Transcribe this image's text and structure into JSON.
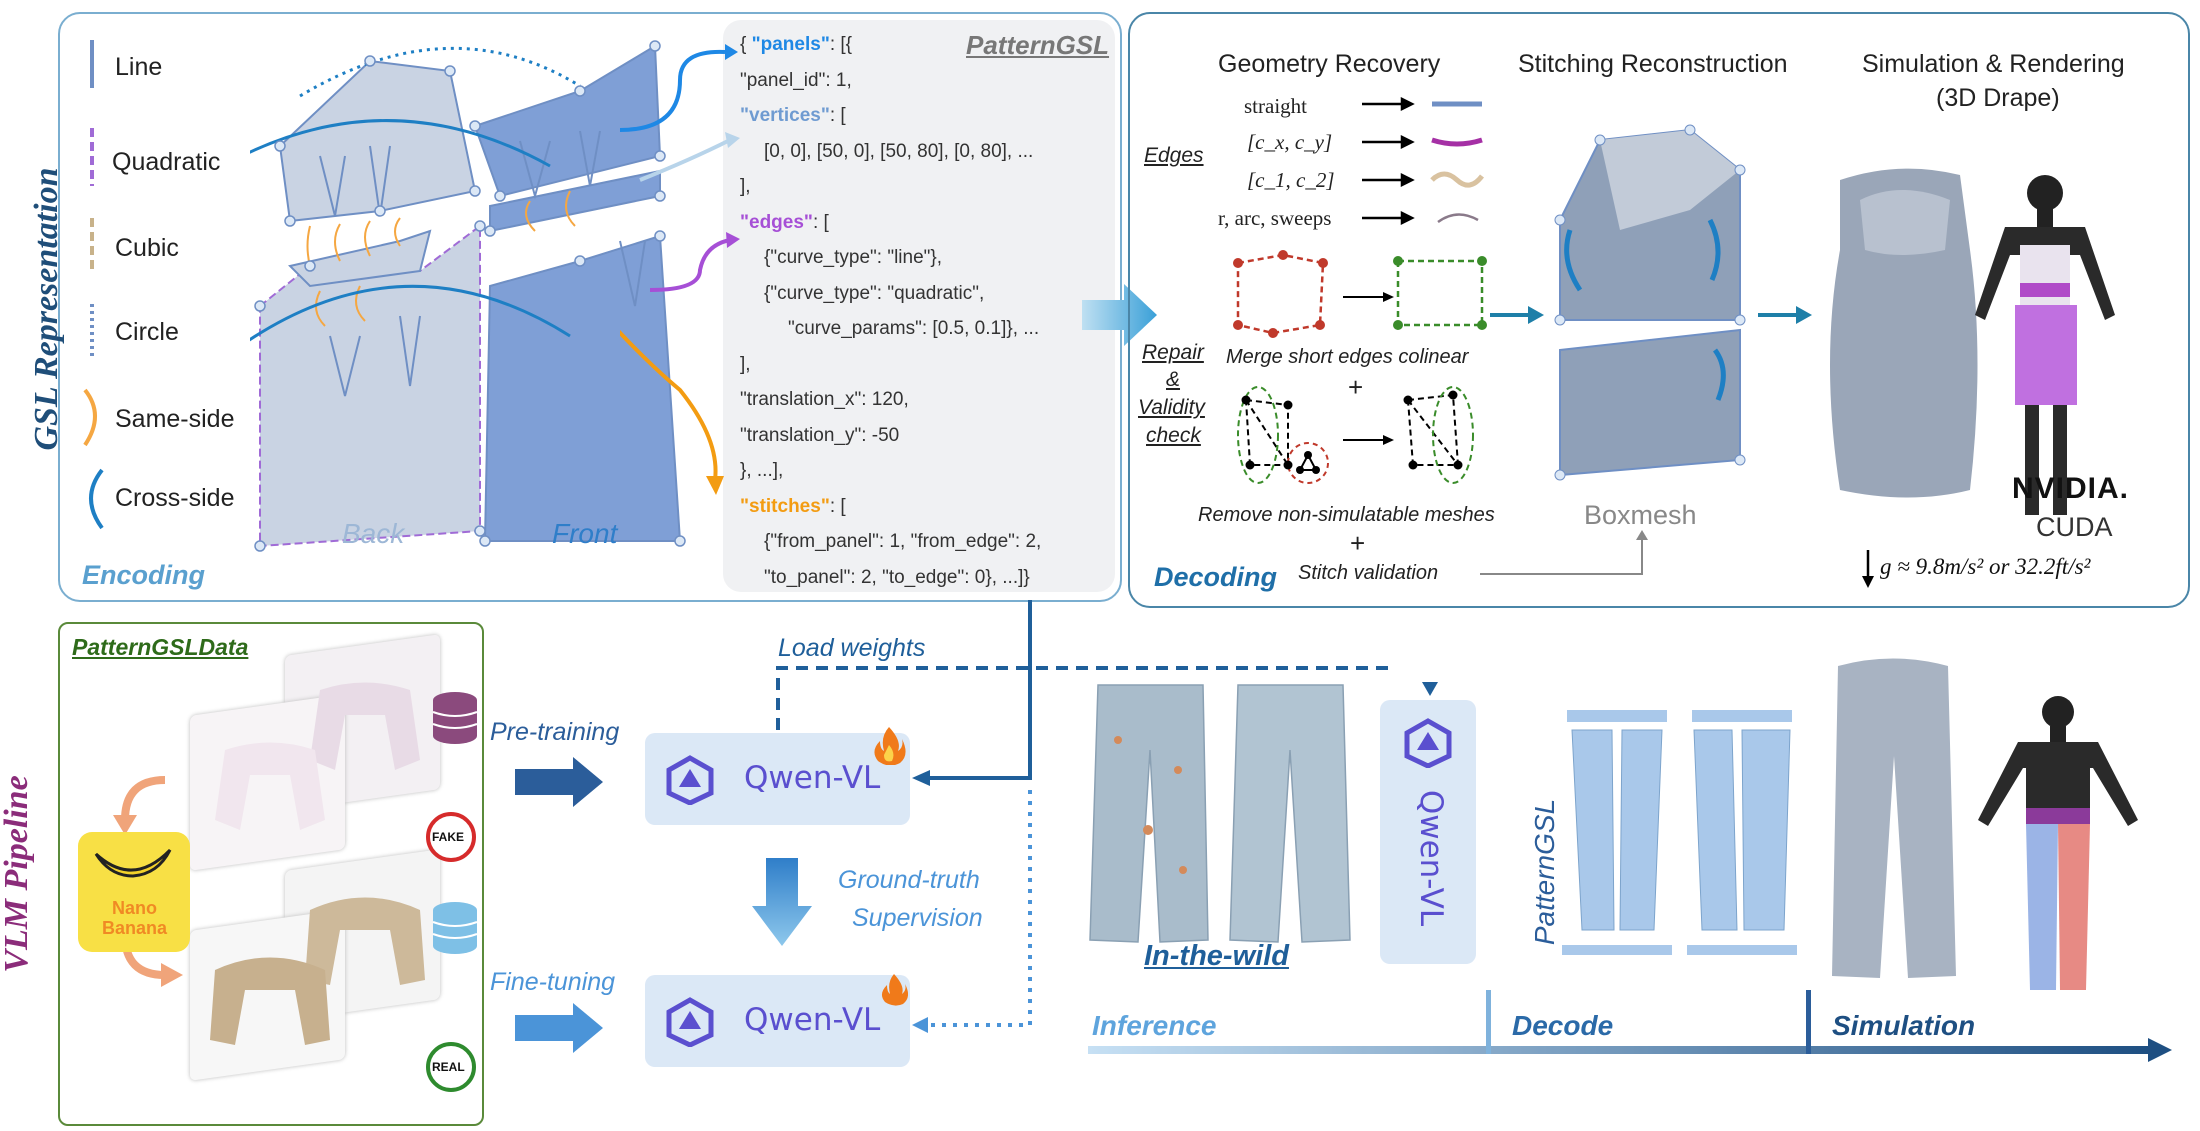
{
  "gsl_section": {
    "side_label": "GSL Representation",
    "encoding_label": "Encoding",
    "legend": [
      {
        "label": "Line",
        "style": "line",
        "color": "#6f8fc4"
      },
      {
        "label": "Quadratic",
        "style": "dashed",
        "color": "#a06bd6"
      },
      {
        "label": "Cubic",
        "style": "dashed",
        "color": "#c8b28a"
      },
      {
        "label": "Circle",
        "style": "dotted",
        "color": "#6f8fc4"
      },
      {
        "label": "Same-side",
        "style": "arc",
        "color": "#f5a742"
      },
      {
        "label": "Cross-side",
        "style": "arc",
        "color": "#1e7fc4"
      }
    ],
    "back_label": "Back",
    "front_label": "Front",
    "code": {
      "title": "PatternGSL",
      "lines": [
        {
          "key": "\"panels\"",
          "color": "k-blue",
          "prefix": "{",
          "rest": ": [{"
        },
        {
          "key": "",
          "color": "",
          "prefix": "",
          "rest": "\"panel_id\": 1,"
        },
        {
          "key": "\"vertices\"",
          "color": "k-lblue",
          "prefix": "",
          "rest": ": ["
        },
        {
          "key": "",
          "color": "",
          "prefix": "",
          "rest": "[0, 0], [50, 0], [50, 80], [0, 80], ..."
        },
        {
          "key": "",
          "color": "",
          "prefix": "",
          "rest": "],"
        },
        {
          "key": "\"edges\"",
          "color": "k-purple",
          "prefix": "",
          "rest": ": ["
        },
        {
          "key": "",
          "color": "",
          "prefix": "",
          "rest": "{\"curve_type\": \"line\"},"
        },
        {
          "key": "",
          "color": "",
          "prefix": "",
          "rest": "{\"curve_type\": \"quadratic\","
        },
        {
          "key": "",
          "color": "",
          "prefix": "",
          "rest": "\"curve_params\": [0.5, 0.1]}, ..."
        },
        {
          "key": "",
          "color": "",
          "prefix": "",
          "rest": "],"
        },
        {
          "key": "",
          "color": "",
          "prefix": "",
          "rest": "\"translation_x\": 120,"
        },
        {
          "key": "",
          "color": "",
          "prefix": "",
          "rest": "\"translation_y\": -50"
        },
        {
          "key": "",
          "color": "",
          "prefix": "",
          "rest": "}, ...],"
        },
        {
          "key": "\"stitches\"",
          "color": "k-orange",
          "prefix": "",
          "rest": ": ["
        },
        {
          "key": "",
          "color": "",
          "prefix": "",
          "rest": "{\"from_panel\": 1, \"from_edge\": 2,"
        },
        {
          "key": "",
          "color": "",
          "prefix": "",
          "rest": "\"to_panel\": 2, \"to_edge\": 0}, ...]}"
        }
      ]
    }
  },
  "decoding_section": {
    "geometry_title": "Geometry Recovery",
    "stitching_title": "Stitching Reconstruction",
    "simulation_title_1": "Simulation & Rendering",
    "simulation_title_2": "(3D Drape)",
    "edges_label": "Edges",
    "edge_types": [
      {
        "label": "straight",
        "color": "#6f8fc4"
      },
      {
        "label": "[c_x, c_y]",
        "color": "#a530a5"
      },
      {
        "label": "[c_1, c_2]",
        "color": "#d9c2a0"
      },
      {
        "label": "r, arc, sweeps",
        "color": "#8a7a8a"
      }
    ],
    "repair_label": [
      "Repair",
      "&",
      "Validity",
      "check"
    ],
    "merge_caption": "Merge short edges colinear",
    "plus": "+",
    "remove_caption": "Remove non-simulatable meshes",
    "stitch_caption": "Stitch validation",
    "boxmesh_label": "Boxmesh",
    "decoding_label": "Decoding",
    "nvidia": "NVIDIA.",
    "cuda": "CUDA",
    "gravity": "g ≈ 9.8m/s² or 32.2ft/s²"
  },
  "vlm_section": {
    "side_label": "VLM Pipeline",
    "data_title": "PatternGSLData",
    "nano_label_1": "Nano",
    "nano_label_2": "Banana",
    "fake": "FAKE",
    "real": "REAL",
    "pretraining": "Pre-training",
    "finetuning": "Fine-tuning",
    "load_weights": "Load weights",
    "gt_1": "Ground-truth",
    "gt_2": "Supervision",
    "qwen": "Qwen-VL",
    "in_the_wild": "In-the-wild",
    "pattern_gsl_vertical": "PatternGSL",
    "inference": "Inference",
    "decode": "Decode",
    "simulation": "Simulation"
  }
}
